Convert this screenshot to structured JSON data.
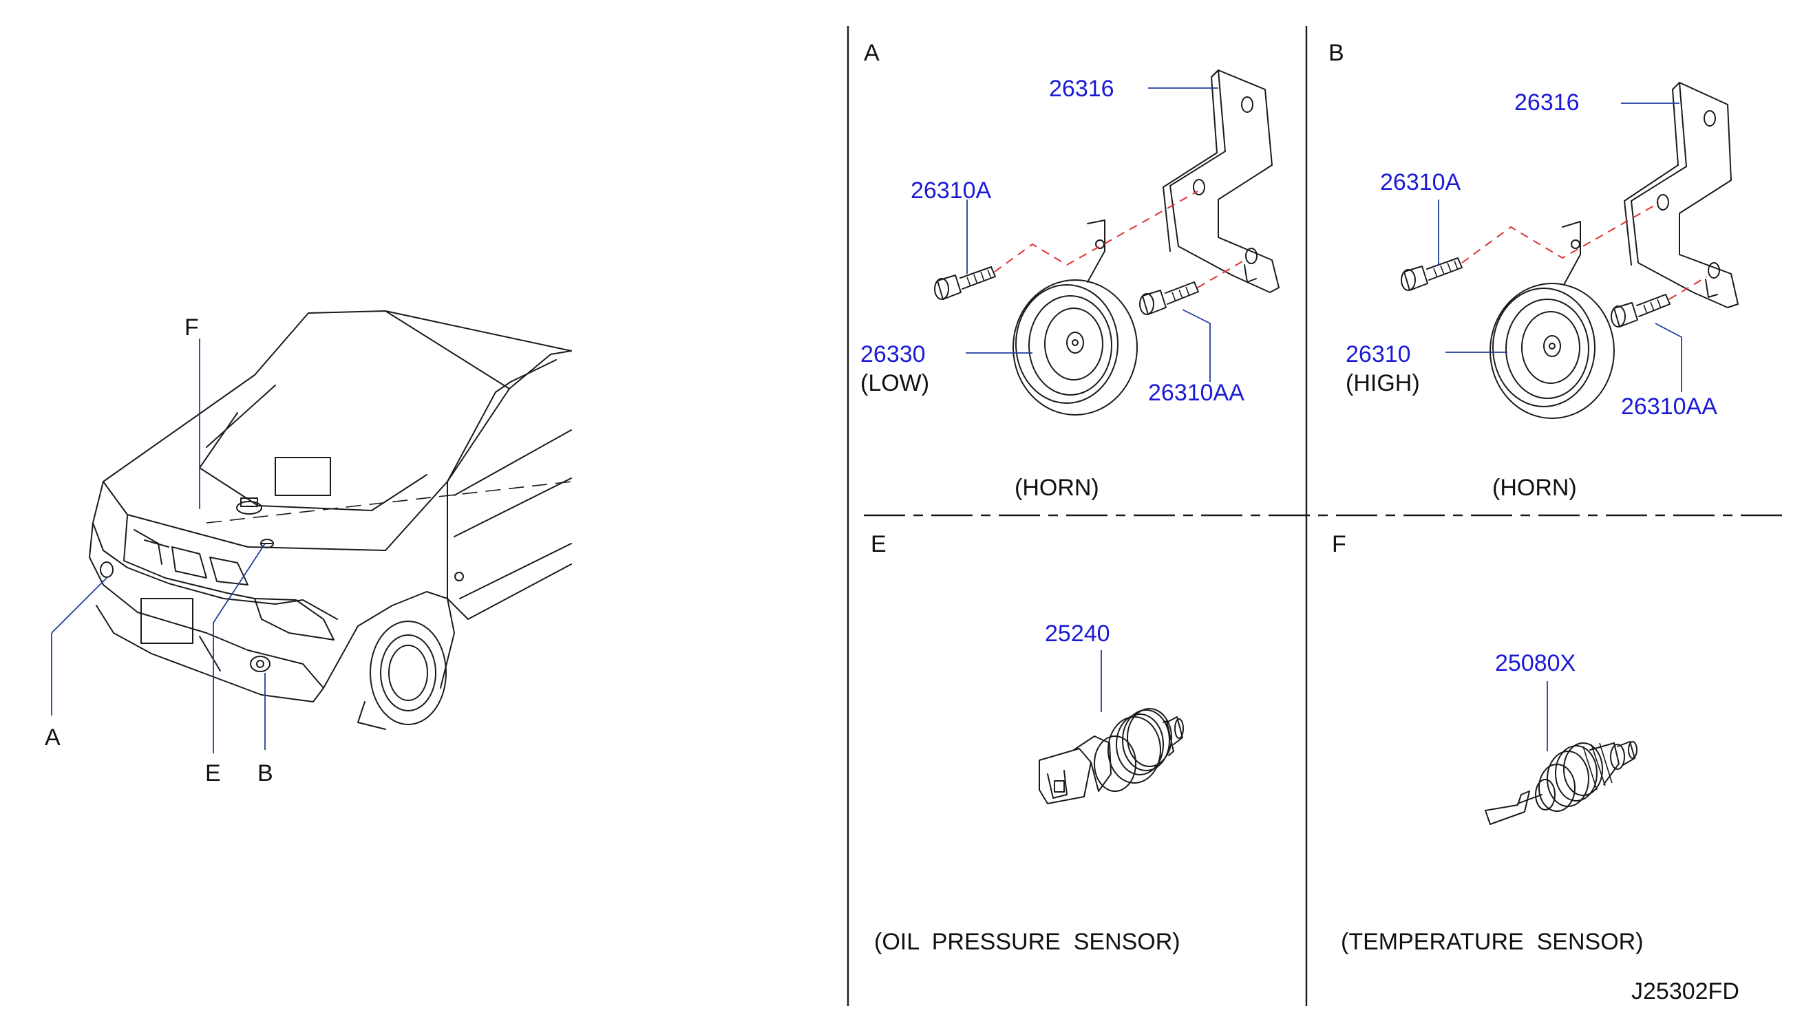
{
  "colors": {
    "part_number": "#1a1ad6",
    "leader": "#1f3f9a",
    "phantom_line": "#e03030",
    "ink": "#111111"
  },
  "vehicle": {
    "callouts": {
      "a": "A",
      "b": "B",
      "e": "E",
      "f": "F"
    }
  },
  "panel_a": {
    "label": "A",
    "caption": "(HORN)",
    "parts": {
      "bracket": "26316",
      "bolt_left": "26310A",
      "horn": "26330",
      "horn_note": "(LOW)",
      "bolt_right": "26310AA"
    }
  },
  "panel_b": {
    "label": "B",
    "caption": "(HORN)",
    "parts": {
      "bracket": "26316",
      "bolt_left": "26310A",
      "horn": "26310",
      "horn_note": "(HIGH)",
      "bolt_right": "26310AA"
    }
  },
  "panel_e": {
    "label": "E",
    "caption": "(OIL  PRESSURE  SENSOR)",
    "parts": {
      "sensor": "25240"
    }
  },
  "panel_f": {
    "label": "F",
    "caption": "(TEMPERATURE  SENSOR)",
    "parts": {
      "sensor": "25080X"
    }
  },
  "diagram_code": "J25302FD"
}
